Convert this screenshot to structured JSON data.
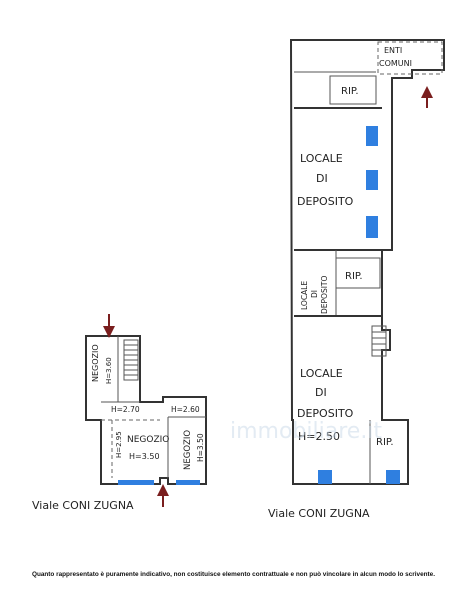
{
  "left_plan": {
    "rooms": [
      {
        "name": "NEGOZIO",
        "height": "H=3.60"
      },
      {
        "name": "NEGOZIO",
        "height": "H=3.50"
      },
      {
        "name": "NEGOZIO",
        "height": "H=3.50"
      }
    ],
    "heights": {
      "a": "H=2.70",
      "b": "H=2.60",
      "c": "H=2.95"
    },
    "street": "Viale CONI ZUGNA"
  },
  "right_plan": {
    "enti_comuni": [
      "ENTI",
      "COMUNI"
    ],
    "rip": "RIP.",
    "locale_1": [
      "LOCALE",
      "DI",
      "DEPOSITO"
    ],
    "locale_small": [
      "LOCALE",
      "DI",
      "DEPOSITO"
    ],
    "locale_2": [
      "LOCALE",
      "DI",
      "DEPOSITO"
    ],
    "locale_2_height": "H=2.50",
    "street": "Viale CONI ZUGNA"
  },
  "watermark": "immobiliare.it",
  "disclaimer": "Quanto rappresentato è puramente indicativo, non costituisce elemento contrattuale e non può vincolare in alcun modo lo scrivente.",
  "colors": {
    "window": "#2f7fe0",
    "arrow": "#7a1e1e"
  }
}
